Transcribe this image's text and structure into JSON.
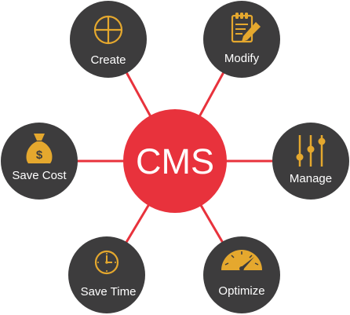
{
  "center": {
    "label": "CMS",
    "color": "#e8323c"
  },
  "colors": {
    "node_fill": "#3d3c3d",
    "icon": "#e5a82e",
    "connector": "#e8323c",
    "label": "#ffffff"
  },
  "nodes": [
    {
      "id": "create",
      "label": "Create",
      "icon": "crosshair-icon"
    },
    {
      "id": "modify",
      "label": "Modify",
      "icon": "notepad-pencil-icon"
    },
    {
      "id": "save-cost",
      "label": "Save Cost",
      "icon": "money-bag-icon"
    },
    {
      "id": "manage",
      "label": "Manage",
      "icon": "sliders-icon"
    },
    {
      "id": "save-time",
      "label": "Save Time",
      "icon": "clock-icon"
    },
    {
      "id": "optimize",
      "label": "Optimize",
      "icon": "speedometer-icon"
    }
  ]
}
